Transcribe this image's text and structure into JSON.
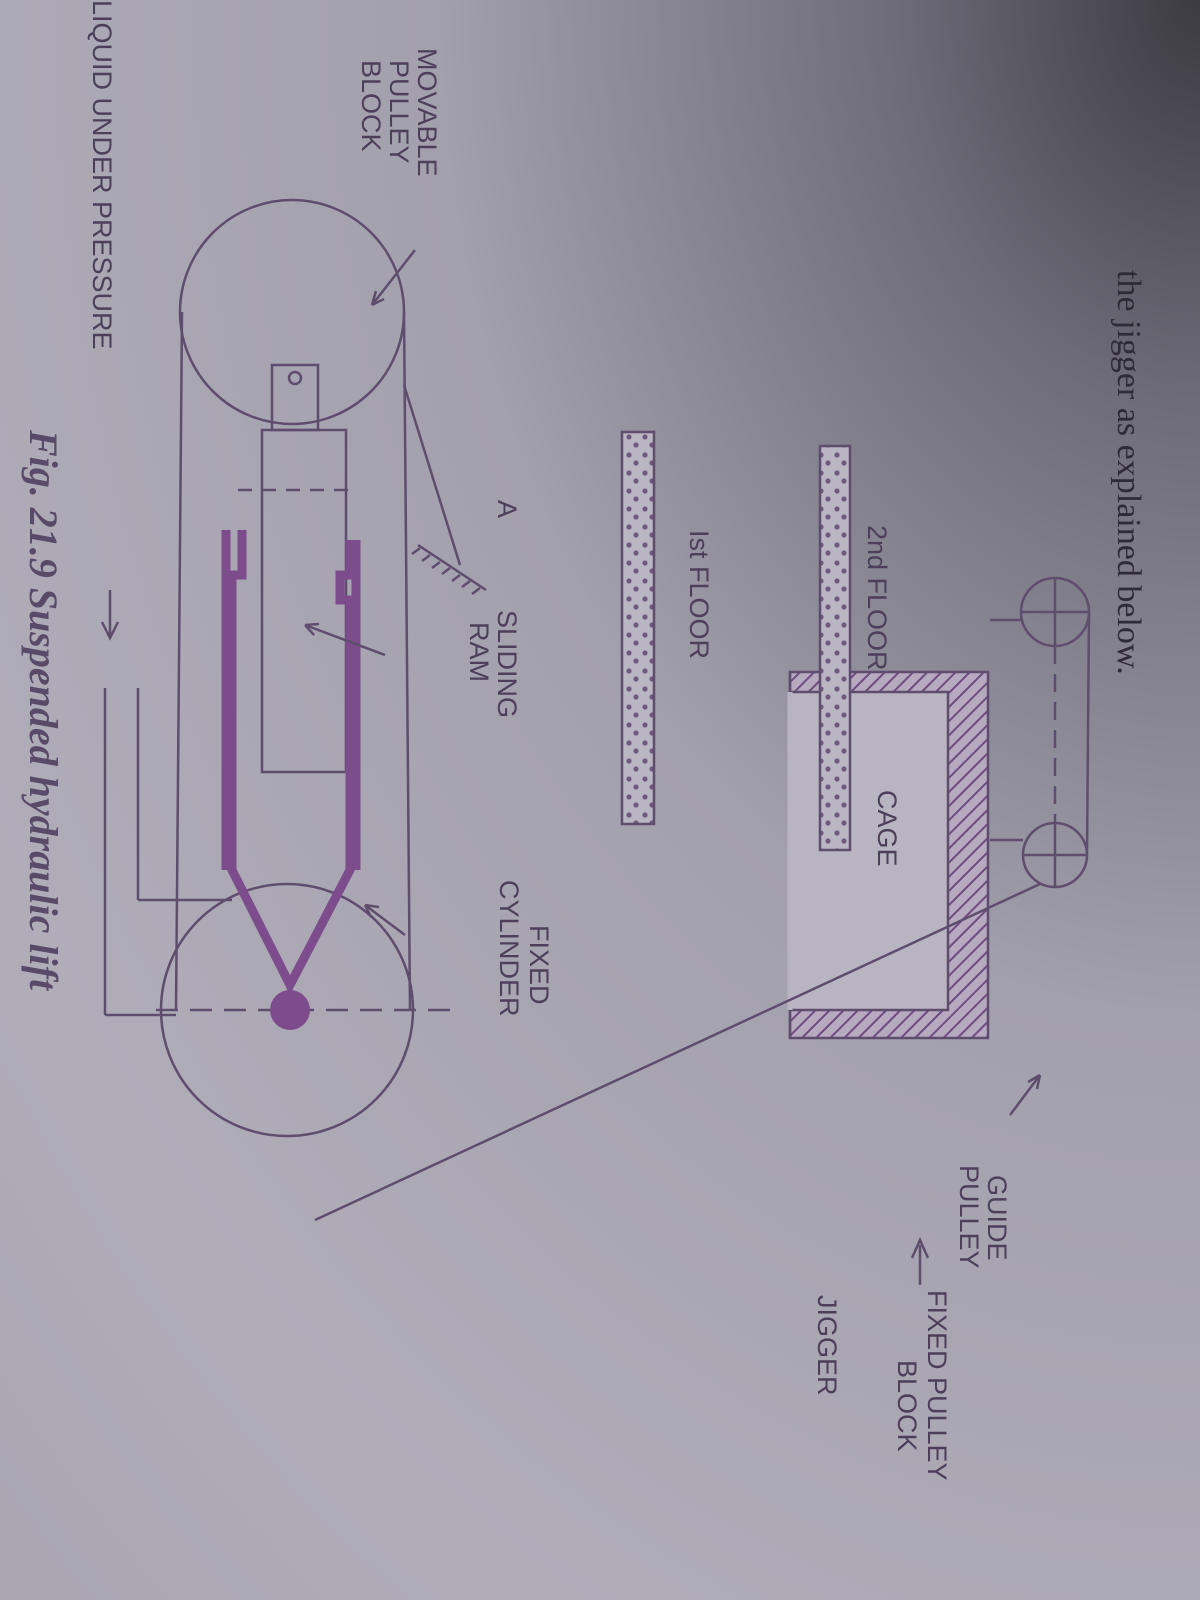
{
  "body_text": "the jigger as explained below.",
  "caption": "Fig. 21.9  Suspended hydraulic lift",
  "labels": {
    "guide_pulley": [
      "GUIDE",
      "PULLEY"
    ],
    "fixed_pulley_block": [
      "FIXED PULLEY",
      "BLOCK"
    ],
    "jigger": "JIGGER",
    "cage": "CAGE",
    "second_floor": "2nd FLOOR",
    "first_floor": "Ist FLOOR",
    "point_a": "A",
    "sliding_ram": [
      "SLIDING",
      "RAM"
    ],
    "fixed_cylinder": [
      "FIXED",
      "CYLINDER"
    ],
    "movable_pulley_block": [
      "MOVABLE",
      "PULLEY",
      "BLOCK"
    ],
    "liquid_under_pressure": "LIQUID UNDER PRESSURE"
  },
  "colors": {
    "line": "#5f4d6e",
    "cylinder": "#7d4c8c",
    "paper": "#aaa7b4"
  }
}
